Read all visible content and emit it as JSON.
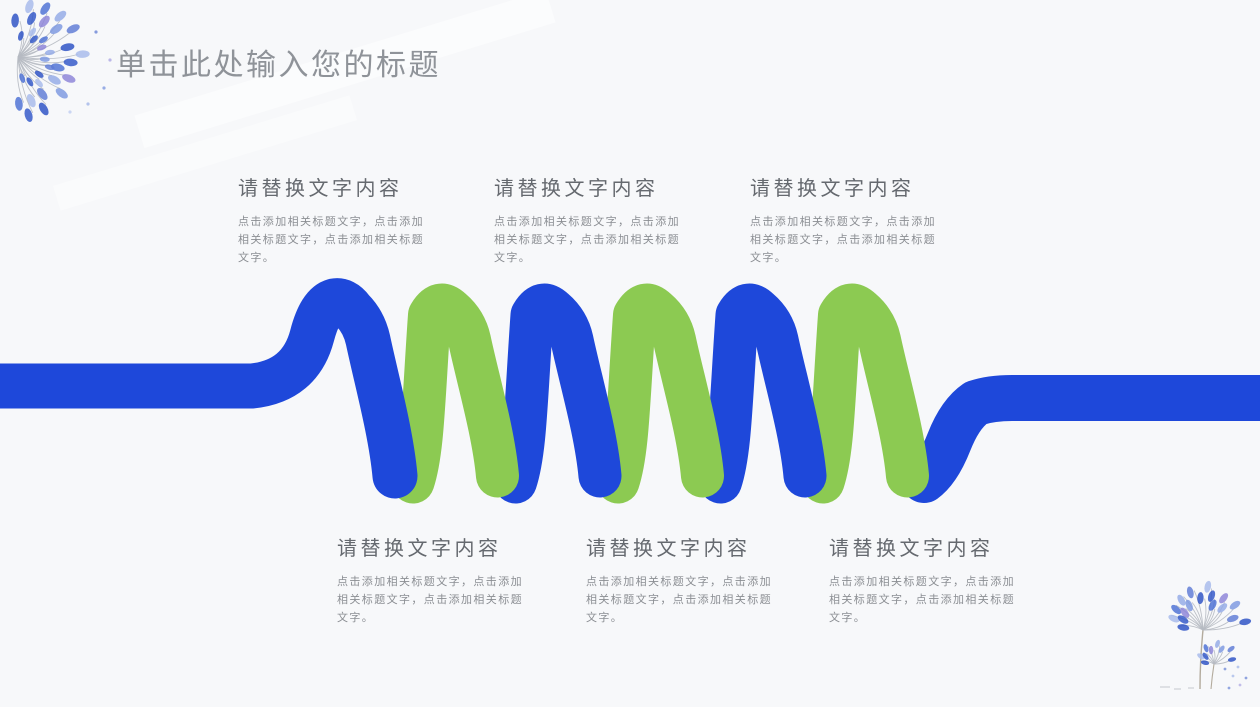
{
  "title": {
    "text": "单击此处输入您的标题"
  },
  "colors": {
    "background": "#f7f8fa",
    "title": "#8f9399",
    "heading": "#65696f",
    "body": "#8b8e93",
    "ribbon_blue": "#1e48da",
    "ribbon_green": "#8cca52",
    "flower_stem": "#b6bac2",
    "flower_petals": [
      "#2a4fc4",
      "#4a6fd4",
      "#7b97e0",
      "#a6b9ec",
      "#8b82d8",
      "#5d7ad6",
      "#3056c8",
      "#93a9e6"
    ]
  },
  "blocks": {
    "top": [
      {
        "heading": "请替换文字内容",
        "body": "点击添加相关标题文字，点击添加相关标题文字，点击添加相关标题文字。"
      },
      {
        "heading": "请替换文字内容",
        "body": "点击添加相关标题文字，点击添加相关标题文字，点击添加相关标题文字。"
      },
      {
        "heading": "请替换文字内容",
        "body": "点击添加相关标题文字，点击添加相关标题文字，点击添加相关标题文字。"
      }
    ],
    "bottom": [
      {
        "heading": "请替换文字内容",
        "body": "点击添加相关标题文字，点击添加相关标题文字，点击添加相关标题文字。"
      },
      {
        "heading": "请替换文字内容",
        "body": "点击添加相关标题文字，点击添加相关标题文字，点击添加相关标题文字。"
      },
      {
        "heading": "请替换文字内容",
        "body": "点击添加相关标题文字，点击添加相关标题文字，点击添加相关标题文字。"
      }
    ]
  },
  "decorations": {
    "top_left": "watercolor-dandelion-icon",
    "bottom_right": "watercolor-allium-flowers-icon",
    "ribbon": "blue-green-coil-ribbon"
  }
}
